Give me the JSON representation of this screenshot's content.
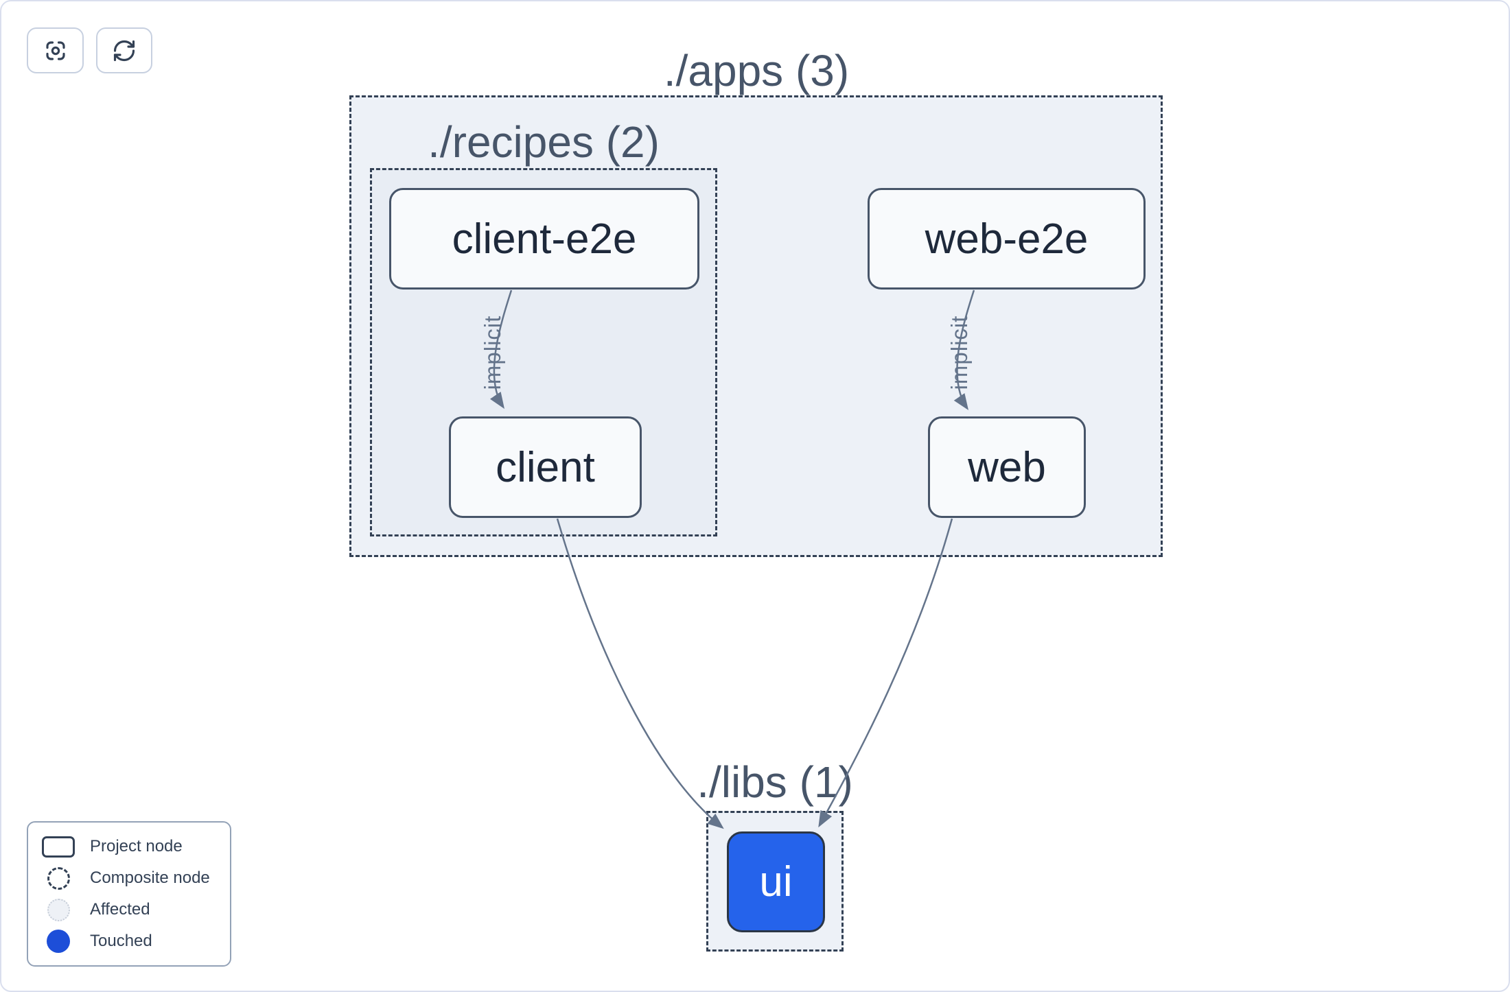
{
  "toolbar": {
    "buttons": [
      {
        "id": "zoom-to-fit",
        "icon": "focus-icon"
      },
      {
        "id": "refresh",
        "icon": "refresh-icon"
      }
    ]
  },
  "graph": {
    "groups": [
      {
        "id": "apps",
        "label": "./apps (3)"
      },
      {
        "id": "recipes",
        "label": "./recipes (2)"
      },
      {
        "id": "libs",
        "label": "./libs (1)"
      }
    ],
    "nodes": [
      {
        "id": "client-e2e",
        "label": "client-e2e",
        "type": "project"
      },
      {
        "id": "web-e2e",
        "label": "web-e2e",
        "type": "project"
      },
      {
        "id": "client",
        "label": "client",
        "type": "project"
      },
      {
        "id": "web",
        "label": "web",
        "type": "project"
      },
      {
        "id": "ui",
        "label": "ui",
        "type": "project",
        "state": "touched"
      }
    ],
    "edges": [
      {
        "from": "client-e2e",
        "to": "client",
        "label": "implicit"
      },
      {
        "from": "web-e2e",
        "to": "web",
        "label": "implicit"
      },
      {
        "from": "client",
        "to": "ui",
        "label": ""
      },
      {
        "from": "web",
        "to": "ui",
        "label": ""
      }
    ]
  },
  "legend": {
    "items": [
      {
        "label": "Project node",
        "swatch": "project-node"
      },
      {
        "label": "Composite node",
        "swatch": "composite-node"
      },
      {
        "label": "Affected",
        "swatch": "affected"
      },
      {
        "label": "Touched",
        "swatch": "touched"
      }
    ]
  },
  "colors": {
    "touched_blue": "#1d4ed8",
    "node_blue": "#2563eb",
    "dashed_border": "#334155",
    "edge_gray": "#64748b",
    "group_title_gray": "#475569",
    "node_text": "#1e293b",
    "group_fill": "#edf1f7"
  }
}
